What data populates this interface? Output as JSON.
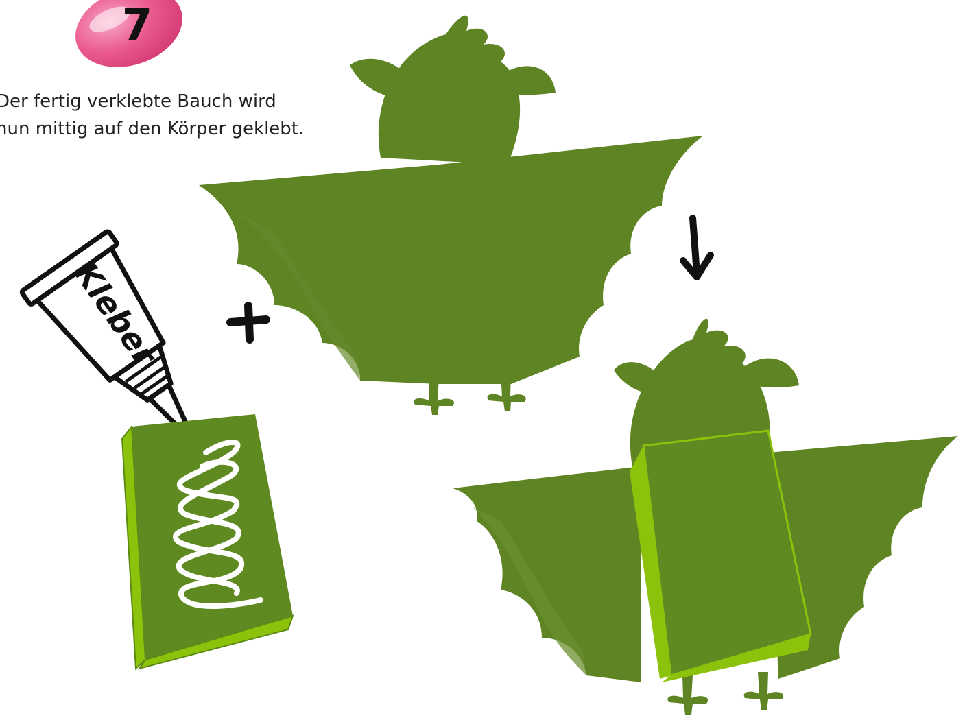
{
  "step": {
    "number": "7",
    "badge_color": "#e8568a"
  },
  "instruction": {
    "line1": "Der fertig verklebte Bauch wird",
    "line2": "nun mittig auf den Körper geklebt."
  },
  "illustration": {
    "glue_tube_label": "Kleber",
    "plus_sign": "+",
    "arrow": "down-arrow",
    "colors": {
      "body_green": "#5e8423",
      "body_dark_green": "#567a1f",
      "belly_light_green": "#8cc20c",
      "belly_top_green": "#5f8a22",
      "mouth_blue": "#1f3f73",
      "tongue_pink": "#e8609a",
      "mouth_red": "#c0392b",
      "ink": "#111111"
    }
  }
}
